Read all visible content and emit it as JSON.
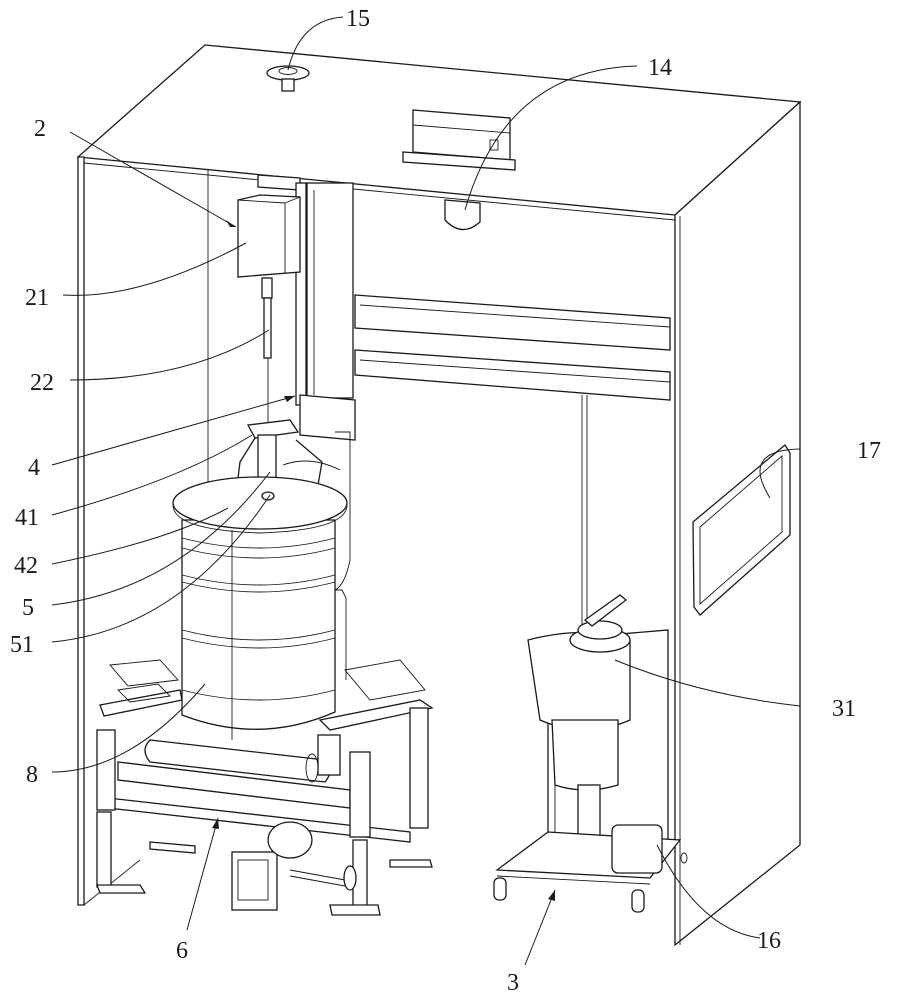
{
  "figure": {
    "type": "patent-drawing",
    "labels": [
      {
        "id": "15",
        "text": "15"
      },
      {
        "id": "14",
        "text": "14"
      },
      {
        "id": "2",
        "text": "2"
      },
      {
        "id": "21",
        "text": "21"
      },
      {
        "id": "22",
        "text": "22"
      },
      {
        "id": "4",
        "text": "4"
      },
      {
        "id": "41",
        "text": "41"
      },
      {
        "id": "42",
        "text": "42"
      },
      {
        "id": "5",
        "text": "5"
      },
      {
        "id": "51",
        "text": "51"
      },
      {
        "id": "8",
        "text": "8"
      },
      {
        "id": "6",
        "text": "6"
      },
      {
        "id": "3",
        "text": "3"
      },
      {
        "id": "16",
        "text": "16"
      },
      {
        "id": "31",
        "text": "31"
      },
      {
        "id": "17",
        "text": "17"
      }
    ]
  }
}
